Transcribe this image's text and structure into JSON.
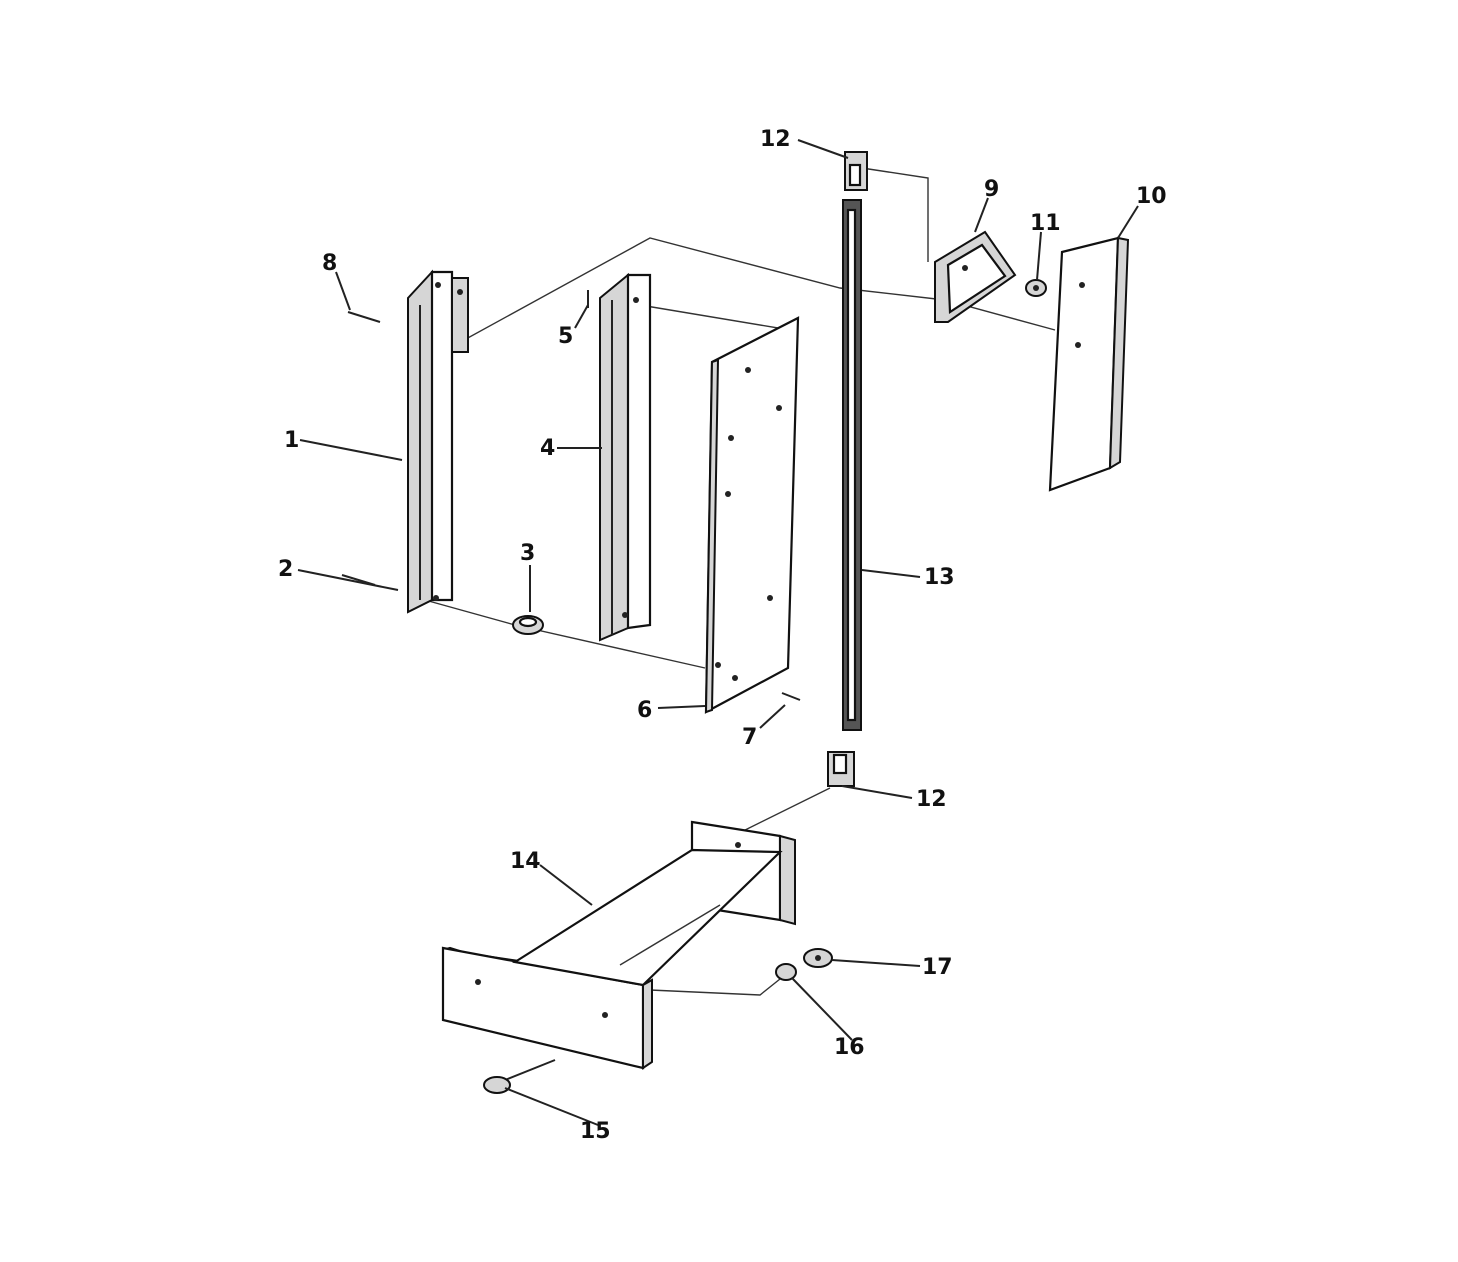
{
  "colors": {
    "ink": "#111111",
    "paper": "#ffffff",
    "shade": "#d6d6d6"
  },
  "parts": [
    {
      "id": "door-trim-upper-left",
      "callout": "1",
      "icon": "vertical-trim-channel"
    },
    {
      "id": "screw-lower-left",
      "callout": "2",
      "icon": "screw"
    },
    {
      "id": "washer",
      "callout": "3",
      "icon": "washer"
    },
    {
      "id": "door-trim-center",
      "callout": "4",
      "icon": "vertical-trim-channel"
    },
    {
      "id": "screw-top-center",
      "callout": "5",
      "icon": "screw"
    },
    {
      "id": "door-panel",
      "callout": "6",
      "icon": "flat-panel"
    },
    {
      "id": "screw-bottom-panel",
      "callout": "7",
      "icon": "screw"
    },
    {
      "id": "screw-top-left",
      "callout": "8",
      "icon": "screw"
    },
    {
      "id": "hinge-bracket",
      "callout": "9",
      "icon": "triangular-bracket"
    },
    {
      "id": "side-trim-right",
      "callout": "10",
      "icon": "vertical-trim-channel"
    },
    {
      "id": "nut",
      "callout": "11",
      "icon": "nut"
    },
    {
      "id": "pivot-top",
      "callout": "12",
      "icon": "pivot-bushing"
    },
    {
      "id": "pivot-bottom",
      "callout": "12",
      "icon": "pivot-bushing"
    },
    {
      "id": "hinge-rod",
      "callout": "13",
      "icon": "threaded-rod"
    },
    {
      "id": "base-bracket",
      "callout": "14",
      "icon": "channel-bracket"
    },
    {
      "id": "bolt",
      "callout": "15",
      "icon": "bolt"
    },
    {
      "id": "lock-washer",
      "callout": "16",
      "icon": "washer"
    },
    {
      "id": "hex-nut",
      "callout": "17",
      "icon": "nut"
    }
  ]
}
